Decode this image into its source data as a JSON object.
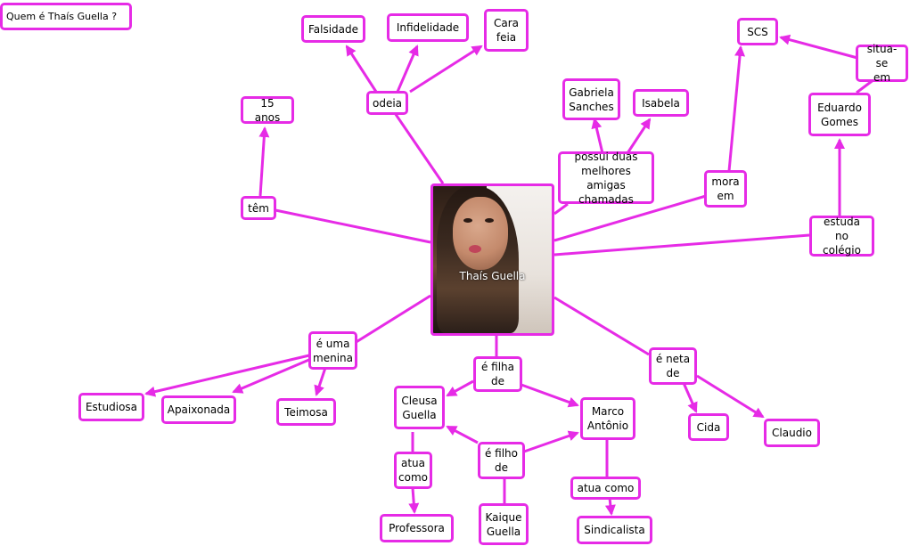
{
  "title": "Quem é Thaís Guella ?",
  "center_label": "Thaís Guella",
  "colors": {
    "accent": "#e62be6"
  },
  "nodes": {
    "falsidade": "Falsidade",
    "infidelidade": "Infidelidade",
    "cara_feia": "Cara\nfeia",
    "odeia": "odeia",
    "quinze_anos": "15 anos",
    "tem": "têm",
    "gabriela": "Gabriela\nSanches",
    "isabela": "Isabela",
    "possui": "possui duas\nmelhores amigas\nchamadas",
    "scs": "SCS",
    "situa": "situa-se\nem",
    "eduardo": "Eduardo\nGomes",
    "mora": "mora\nem",
    "estuda": "estuda no\ncolégio",
    "menina": "é uma\nmenina",
    "estudiosa": "Estudiosa",
    "apaixonada": "Apaixonada",
    "teimosa": "Teimosa",
    "filha": "é filha\nde",
    "cleusa": "Cleusa\nGuella",
    "marco": "Marco\nAntônio",
    "filho": "é filho\nde",
    "atua1": "atua\ncomo",
    "atua2": "atua como",
    "professora": "Professora",
    "kaique": "Kaique\nGuella",
    "sindicalista": "Sindicalista",
    "neta": "é neta\nde",
    "cida": "Cida",
    "claudio": "Claudio"
  }
}
